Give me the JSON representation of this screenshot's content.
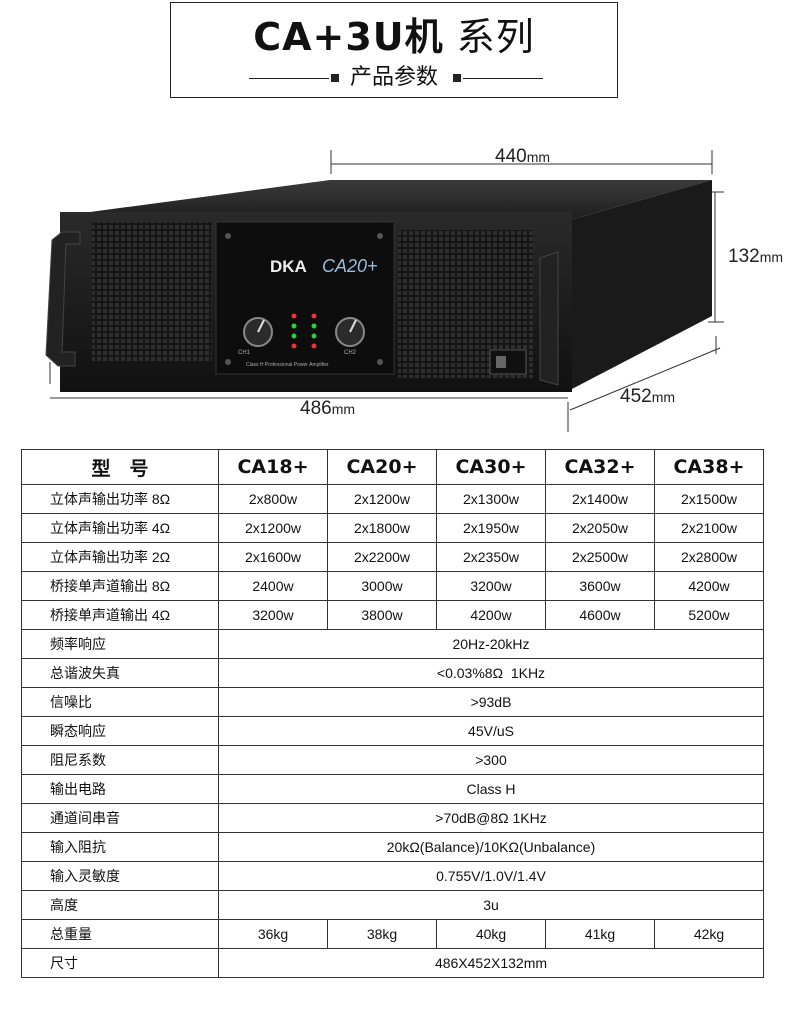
{
  "header": {
    "title_bold": "CA+3U机",
    "title_light": "系列",
    "subtitle": "产品参数"
  },
  "product": {
    "brand": "DKA",
    "model_badge": "CA20+",
    "panel_caption": "Class H Professional Power Amplifier",
    "channel_1": "CH1",
    "channel_2": "CH2",
    "dimensions": {
      "width": "440",
      "height": "132",
      "depth": "452",
      "length": "486",
      "unit": "mm"
    }
  },
  "spec_table": {
    "model_label": "型　号",
    "models": [
      "CA18+",
      "CA20+",
      "CA30+",
      "CA32+",
      "CA38+"
    ],
    "per_model_rows": [
      {
        "label": "立体声输出功率 8Ω",
        "values": [
          "2x800w",
          "2x1200w",
          "2x1300w",
          "2x1400w",
          "2x1500w"
        ]
      },
      {
        "label": "立体声输出功率 4Ω",
        "values": [
          "2x1200w",
          "2x1800w",
          "2x1950w",
          "2x2050w",
          "2x2100w"
        ]
      },
      {
        "label": "立体声输出功率 2Ω",
        "values": [
          "2x1600w",
          "2x2200w",
          "2x2350w",
          "2x2500w",
          "2x2800w"
        ]
      },
      {
        "label": "桥接单声道输出 8Ω",
        "values": [
          "2400w",
          "3000w",
          "3200w",
          "3600w",
          "4200w"
        ]
      },
      {
        "label": "桥接单声道输出 4Ω",
        "values": [
          "3200w",
          "3800w",
          "4200w",
          "4600w",
          "5200w"
        ]
      }
    ],
    "shared_rows": [
      {
        "label": "频率响应",
        "value": "20Hz-20kHz"
      },
      {
        "label": "总谐波失真",
        "value": "<0.03%8Ω  1KHz"
      },
      {
        "label": "信噪比",
        "value": ">93dB"
      },
      {
        "label": "瞬态响应",
        "value": "45V/uS"
      },
      {
        "label": "阻尼系数",
        "value": ">300"
      },
      {
        "label": "输出电路",
        "value": "Class H"
      },
      {
        "label": "通道间串音",
        "value": ">70dB@8Ω 1KHz"
      },
      {
        "label": "输入阻抗",
        "value": "20kΩ(Balance)/10KΩ(Unbalance)"
      },
      {
        "label": "输入灵敏度",
        "value": "0.755V/1.0V/1.4V"
      },
      {
        "label": "高度",
        "value": "3u"
      }
    ],
    "weight_row": {
      "label": "总重量",
      "values": [
        "36kg",
        "38kg",
        "40kg",
        "41kg",
        "42kg"
      ]
    },
    "size_row": {
      "label": "尺寸",
      "value": "486X452X132mm"
    }
  }
}
